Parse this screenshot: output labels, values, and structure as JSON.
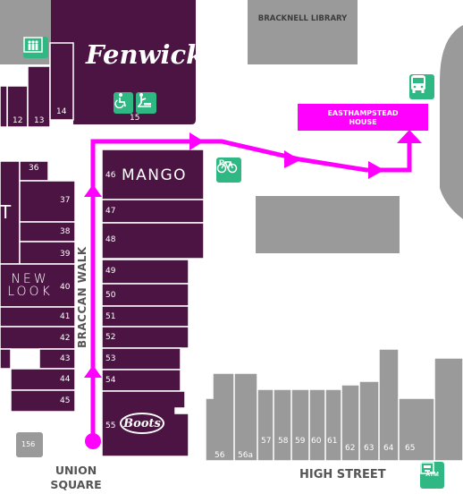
{
  "colors": {
    "store": "#4b1442",
    "grey": "#9a9a9a",
    "route": "#ff00ff",
    "icon_green": "#2fb784",
    "street_text": "#555555"
  },
  "buildings": {
    "library": "BRACKNELL LIBRARY",
    "easthampstead": "EASTHAMPSTEAD HOUSE"
  },
  "anchors": {
    "fenwick": "Fenwick",
    "mango": "MANGO",
    "new_look": "NEW LOOK",
    "boots": "Boots",
    "left_partial": "T"
  },
  "streets": {
    "braccan_walk": "BRACCAN WALK",
    "high_street": "HIGH STREET",
    "union_square": "UNION SQUARE"
  },
  "units": {
    "u12": "12",
    "u13": "13",
    "u14": "14",
    "u15": "15",
    "u36": "36",
    "u37": "37",
    "u38": "38",
    "u39": "39",
    "u40": "40",
    "u41": "41",
    "u42": "42",
    "u43": "43",
    "u44": "44",
    "u45": "45",
    "u46": "46",
    "u47": "47",
    "u48": "48",
    "u49": "49",
    "u50": "50",
    "u51": "51",
    "u52": "52",
    "u53": "53",
    "u54": "54",
    "u55": "55",
    "u56": "56",
    "u56a": "56a",
    "u57": "57",
    "u58": "58",
    "u59": "59",
    "u60": "60",
    "u61": "61",
    "u62": "62",
    "u63": "63",
    "u64": "64",
    "u65": "65",
    "u156": "156"
  },
  "icons": {
    "lift": "lift-icon",
    "toilets": "accessible-toilet-icon",
    "baby": "baby-change-icon",
    "cycle": "cycle-parking-icon",
    "bus": "bus-stop-icon",
    "atm": "atm-icon",
    "atm_text": "ATM",
    "cycle_p": "P"
  }
}
